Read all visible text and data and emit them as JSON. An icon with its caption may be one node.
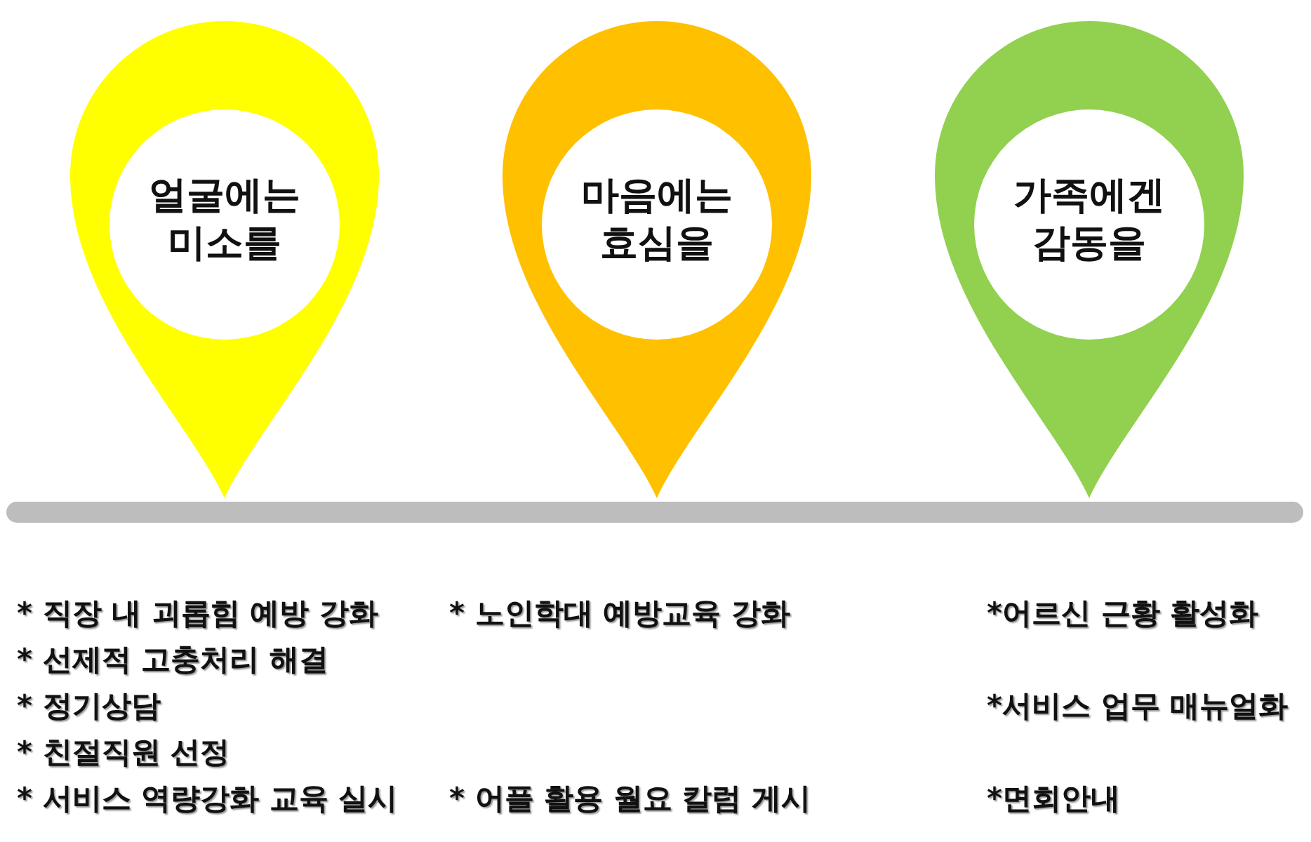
{
  "diagram": {
    "nodes": [
      {
        "text": [
          "얼굴에는 미소를"
        ]
      },
      {
        "text": [
          "마음에는 효심을"
        ]
      },
      {
        "text": [
          "가족에겐 감동을"
        ]
      }
    ],
    "labels": [
      "* 직장 내 괴롭힘 예방 강화",
      "* 노인학대 예방교육 강화",
      "*어르신 근황 활성화",
      "* 선제적 고충처리 해결",
      "* 정기상담",
      "*서비스 업무 매뉴얼화",
      "* 친절직원 선정",
      "* 서비스 역량강화 교육 실시",
      "* 어플 활용 월요 칼럼 게시",
      "*면회안내"
    ]
  }
}
